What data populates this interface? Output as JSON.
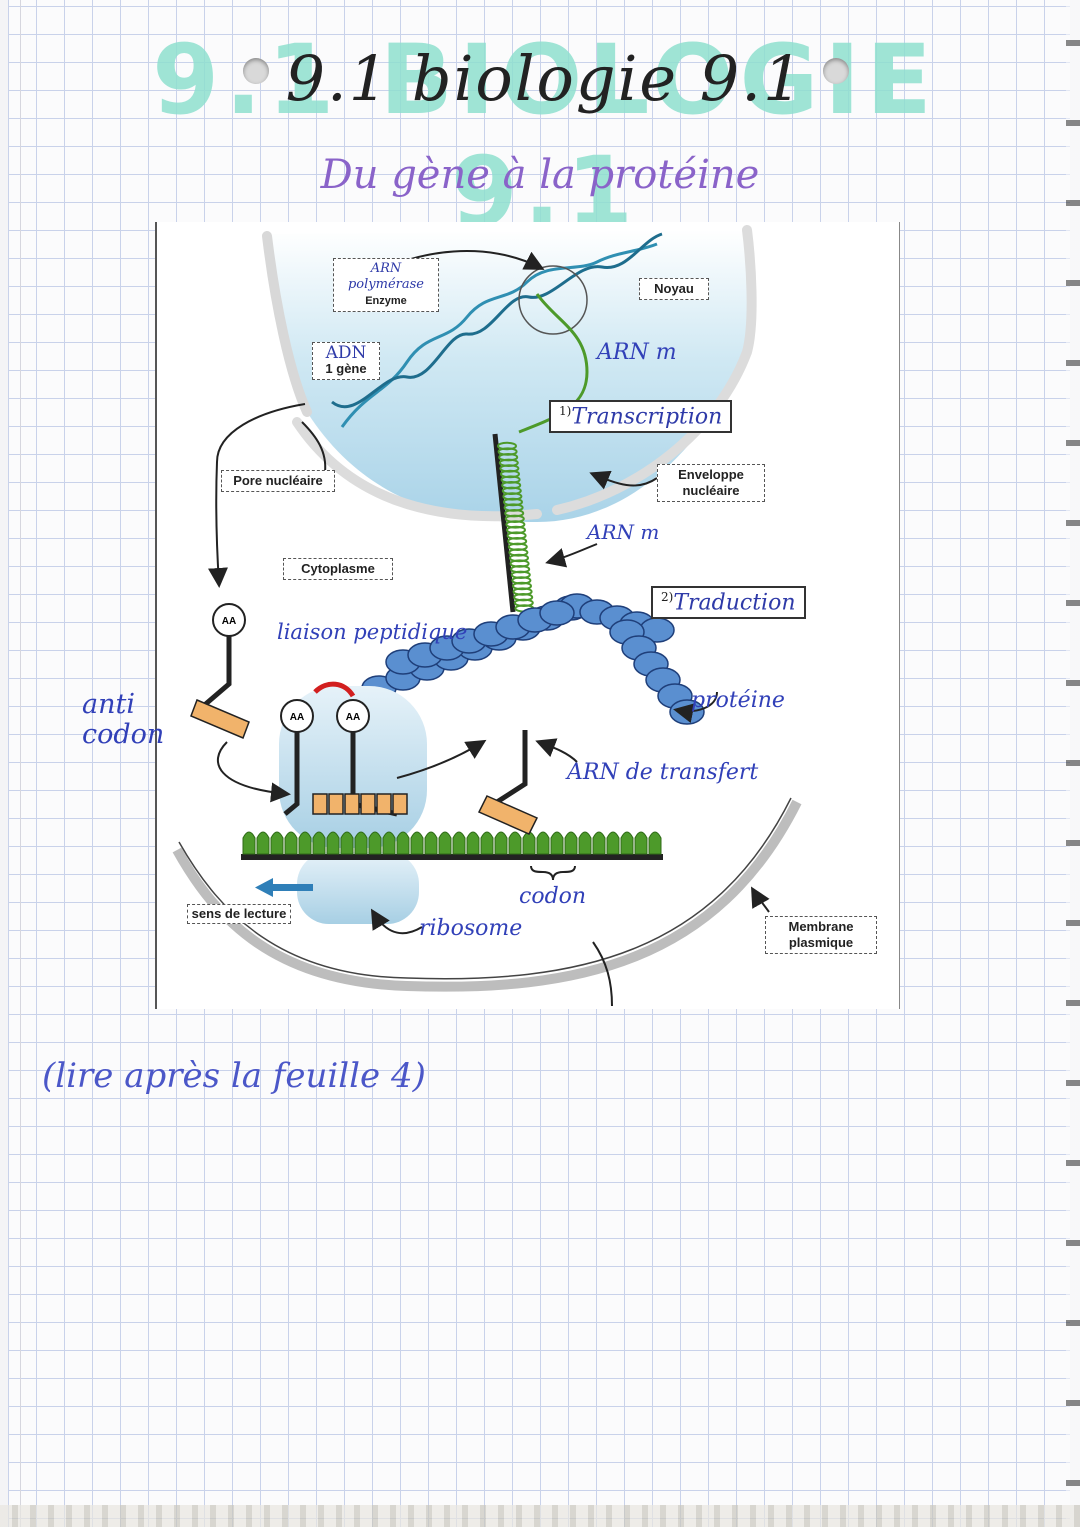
{
  "header": {
    "stamp_title": "9.1 BIOLOGIE 9.1",
    "handwritten_title": "9.1 biologie 9.1",
    "subtitle": "Du gène à la protéine"
  },
  "diagram": {
    "printed_labels": {
      "arn_polymerase": "ARN polymérase",
      "enzyme": "Enzyme",
      "adn": "ADN",
      "one_gene": "1 gène",
      "noyau": "Noyau",
      "pore": "Pore nucléaire",
      "cytoplasme": "Cytoplasme",
      "enveloppe": "Enveloppe nucléaire",
      "membrane": "Membrane plasmique",
      "sens_lecture": "sens de lecture",
      "aa": "AA"
    },
    "steps": [
      {
        "num": "1)",
        "label": "Transcription"
      },
      {
        "num": "2)",
        "label": "Traduction"
      }
    ],
    "handwritten_labels": {
      "arn_m_top": "ARN m",
      "arn_m_mid": "ARN m",
      "liaison": "liaison peptidique",
      "proteine": "protéine",
      "arn_transfert": "ARN de transfert",
      "codon": "codon",
      "ribosome": "ribosome",
      "anticodon_1": "anti",
      "anticodon_2": "codon"
    }
  },
  "footer": {
    "note": "(lire après la feuille 4)"
  },
  "colors": {
    "nucleus_fill": "#bfe0ef",
    "strand": "#2f8fb2",
    "bead": "#5a8fd0",
    "bead_stroke": "#1f3f7a",
    "mrna": "#4d9a2a",
    "codon_orange": "#f1b36b",
    "link_red": "#d21f1f",
    "ink_blue": "#3140b8",
    "purple_ink": "#8a63c9",
    "title_green": "#8fe0cf"
  }
}
